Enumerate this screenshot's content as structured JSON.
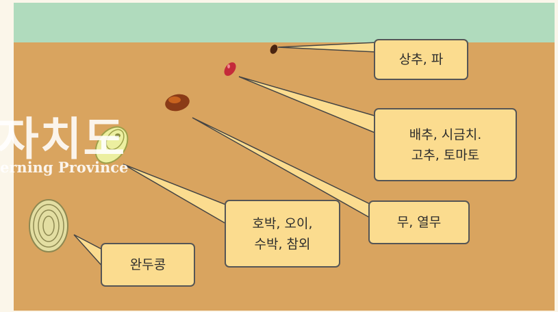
{
  "callouts": {
    "lettuce_onion": "상추, 파",
    "cabbage_spinach_line1": "배추, 시금치.",
    "cabbage_spinach_line2": "고추, 토마토",
    "radish": "무, 열무",
    "squash_line1": "호박, 오이,",
    "squash_line2": "수박, 참외",
    "pea": "완두콩"
  },
  "watermark": {
    "korean": "자치도",
    "english": "erning Province"
  },
  "colors": {
    "sky": "#b0dbbd",
    "soil": "#d9a45f",
    "callout_fill": "#fbdc8f",
    "callout_border": "#555555"
  }
}
